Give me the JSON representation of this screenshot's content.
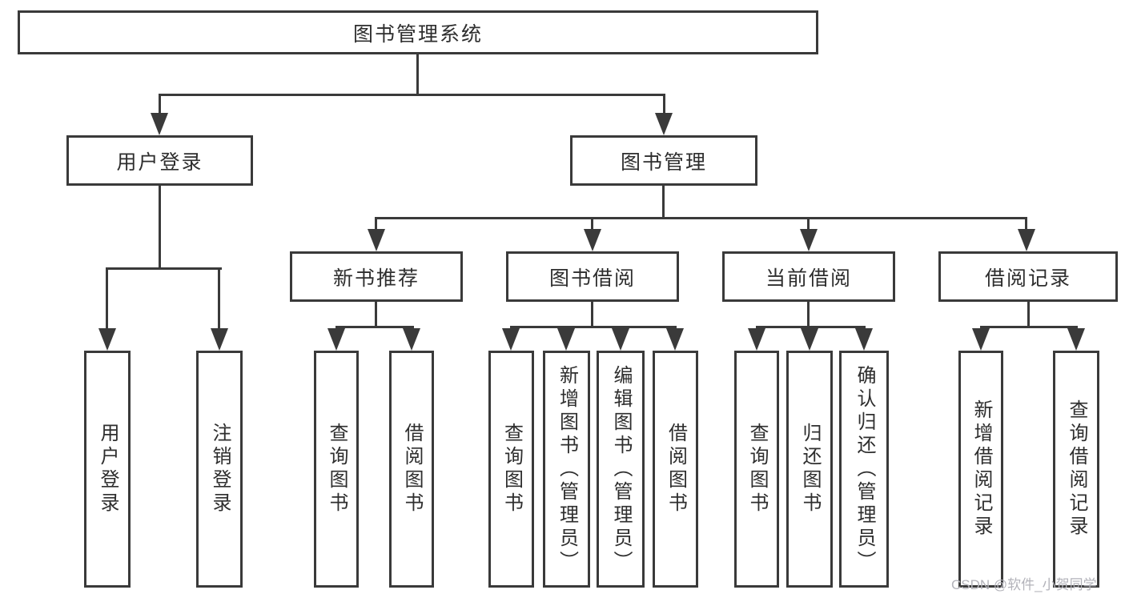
{
  "colors": {
    "line": "#3a3a3a",
    "text": "#2e2e2e",
    "background": "#ffffff",
    "watermark": "#b3b3ba"
  },
  "watermark": {
    "text": "CSDN @软件_小贺同学"
  },
  "tree": {
    "root": {
      "label": "图书管理系统",
      "children": [
        {
          "label": "用户登录",
          "children": [
            {
              "label": "用户登录"
            },
            {
              "label": "注销登录"
            }
          ]
        },
        {
          "label": "图书管理",
          "children": [
            {
              "label": "新书推荐",
              "children": [
                {
                  "label": "查询图书"
                },
                {
                  "label": "借阅图书"
                }
              ]
            },
            {
              "label": "图书借阅",
              "children": [
                {
                  "label": "查询图书"
                },
                {
                  "label": "新增图书（管理员）"
                },
                {
                  "label": "编辑图书（管理员）"
                },
                {
                  "label": "借阅图书"
                }
              ]
            },
            {
              "label": "当前借阅",
              "children": [
                {
                  "label": "查询图书"
                },
                {
                  "label": "归还图书"
                },
                {
                  "label": "确认归还（管理员）"
                }
              ]
            },
            {
              "label": "借阅记录",
              "children": [
                {
                  "label": "新增借阅记录"
                },
                {
                  "label": "查询借阅记录"
                }
              ]
            }
          ]
        }
      ]
    }
  }
}
